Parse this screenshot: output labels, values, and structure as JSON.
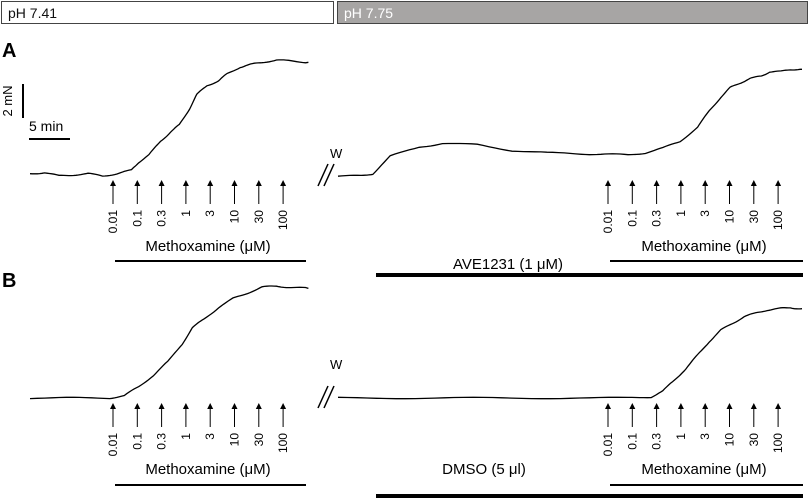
{
  "ph_bar": {
    "left_label": "pH 7.41",
    "right_label": "pH 7.75",
    "left_color": "#ffffff",
    "right_color": "#a7a5a4",
    "right_text_color": "#ffffff"
  },
  "scale_bar": {
    "force_label": "2 mN",
    "time_label": "5 min"
  },
  "concentrations": [
    "0.01",
    "0.1",
    "0.3",
    "1",
    "3",
    "10",
    "30",
    "100"
  ],
  "washout_label": "W",
  "chart_data": [
    {
      "type": "line",
      "panel": "A",
      "title": "",
      "xlabel": "",
      "ylabel": "",
      "grid": false,
      "segments": [
        {
          "drug_label": "Methoxamine (μM)",
          "trace": [
            [
              0.0,
              0.02
            ],
            [
              0.1,
              0.03
            ],
            [
              0.2,
              0.0
            ],
            [
              0.3,
              0.01
            ],
            [
              0.4,
              0.02
            ],
            [
              0.5,
              0.0
            ],
            [
              0.6,
              0.02
            ],
            [
              0.7,
              0.05
            ],
            [
              0.75,
              0.12
            ],
            [
              0.82,
              0.18
            ],
            [
              0.9,
              0.3
            ],
            [
              0.97,
              0.38
            ],
            [
              1.03,
              0.44
            ],
            [
              1.1,
              0.58
            ],
            [
              1.15,
              0.7
            ],
            [
              1.22,
              0.78
            ],
            [
              1.3,
              0.82
            ],
            [
              1.36,
              0.88
            ],
            [
              1.45,
              0.94
            ],
            [
              1.52,
              0.96
            ],
            [
              1.6,
              0.98
            ],
            [
              1.7,
              1.0
            ],
            [
              1.8,
              0.99
            ],
            [
              1.92,
              0.98
            ]
          ]
        },
        {
          "drug_label": "Methoxamine (μM)",
          "pretreatment": "AVE1231 (1 μM)",
          "trace": [
            [
              0.0,
              0.0
            ],
            [
              0.2,
              0.0
            ],
            [
              0.3,
              0.02
            ],
            [
              0.45,
              0.17
            ],
            [
              0.7,
              0.25
            ],
            [
              0.9,
              0.28
            ],
            [
              1.2,
              0.27
            ],
            [
              1.5,
              0.22
            ],
            [
              1.8,
              0.2
            ],
            [
              2.1,
              0.19
            ],
            [
              2.3,
              0.19
            ],
            [
              2.5,
              0.18
            ],
            [
              2.65,
              0.2
            ],
            [
              2.8,
              0.24
            ],
            [
              2.95,
              0.3
            ],
            [
              3.1,
              0.42
            ],
            [
              3.2,
              0.56
            ],
            [
              3.3,
              0.68
            ],
            [
              3.38,
              0.76
            ],
            [
              3.46,
              0.8
            ],
            [
              3.55,
              0.84
            ],
            [
              3.65,
              0.86
            ],
            [
              3.72,
              0.9
            ],
            [
              3.82,
              0.9
            ],
            [
              3.9,
              0.92
            ],
            [
              4.0,
              0.92
            ]
          ]
        }
      ]
    },
    {
      "type": "line",
      "panel": "B",
      "title": "",
      "xlabel": "",
      "ylabel": "",
      "grid": false,
      "segments": [
        {
          "drug_label": "Methoxamine (μM)",
          "trace": [
            [
              0.0,
              0.0
            ],
            [
              0.3,
              0.0
            ],
            [
              0.55,
              0.0
            ],
            [
              0.65,
              0.02
            ],
            [
              0.75,
              0.1
            ],
            [
              0.85,
              0.2
            ],
            [
              0.95,
              0.32
            ],
            [
              1.05,
              0.48
            ],
            [
              1.12,
              0.62
            ],
            [
              1.2,
              0.7
            ],
            [
              1.3,
              0.8
            ],
            [
              1.4,
              0.88
            ],
            [
              1.5,
              0.93
            ],
            [
              1.6,
              0.98
            ],
            [
              1.7,
              0.99
            ],
            [
              1.8,
              0.98
            ],
            [
              1.92,
              0.97
            ]
          ]
        },
        {
          "drug_label": "Methoxamine (μM)",
          "pretreatment": "DMSO (5 μl)",
          "trace": [
            [
              0.0,
              0.0
            ],
            [
              0.5,
              0.0
            ],
            [
              1.0,
              0.0
            ],
            [
              1.5,
              0.0
            ],
            [
              2.0,
              0.0
            ],
            [
              2.5,
              0.0
            ],
            [
              2.7,
              0.01
            ],
            [
              2.8,
              0.06
            ],
            [
              2.9,
              0.16
            ],
            [
              3.0,
              0.26
            ],
            [
              3.1,
              0.38
            ],
            [
              3.2,
              0.5
            ],
            [
              3.3,
              0.6
            ],
            [
              3.4,
              0.66
            ],
            [
              3.5,
              0.72
            ],
            [
              3.6,
              0.75
            ],
            [
              3.7,
              0.78
            ],
            [
              3.8,
              0.79
            ],
            [
              3.9,
              0.8
            ],
            [
              4.0,
              0.79
            ]
          ]
        }
      ]
    }
  ]
}
